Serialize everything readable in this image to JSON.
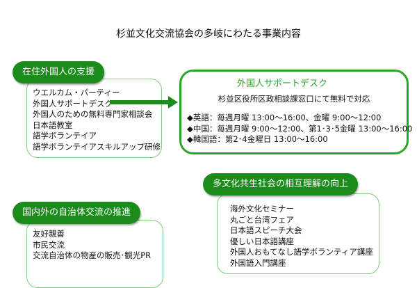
{
  "title": "杉並文化交流協会の多岐にわたる事業内容",
  "support": {
    "label": "在住外国人の支援",
    "items": [
      "ウエルカム・パーティー",
      "外国人サポートデスク",
      "外国人のための無料専門家相談会",
      "日本語教室",
      "語学ボランテイア",
      "語学ボランテイアスキルアップ研修"
    ]
  },
  "desk": {
    "title": "外国人サポートデスク",
    "subtitle": "杉並区役所区政相談課窓口にて無料で対応",
    "lines": [
      "◆英語：毎週月曜 13:00～16:00、金曜 9:00～12:00",
      "◆中国：毎週月曜 9:00～12:00、第1･3･5金曜 13:00～16:00",
      "◆韓国語：第2･4金曜日 13:00～16:00"
    ]
  },
  "mutual": {
    "label": "多文化共生社会の相互理解の向上",
    "items": [
      "海外文化セミナー",
      "丸ごと台湾フェア",
      "日本語スピーチ大会",
      "優しい日本語講座",
      "外国人おもてなし語学ボランティア講座",
      "外国語入門講座"
    ]
  },
  "exchange": {
    "label": "国内外の自治体交流の推進",
    "items": [
      "友好親善",
      "市民交流",
      "交流自治体の物産の販売･観光PR"
    ]
  },
  "colors": {
    "pill": "#1b8c1b",
    "accent": "#2aa52a",
    "box_border": "#7ccf7c"
  }
}
